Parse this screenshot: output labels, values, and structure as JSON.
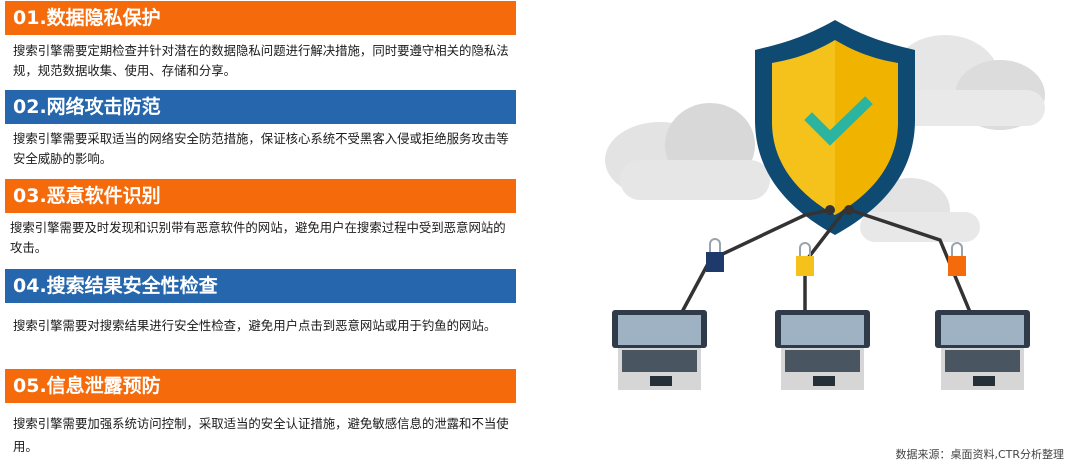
{
  "sections": [
    {
      "title": "01.数据隐私保护",
      "desc": "搜索引擎需要定期检查并针对潜在的数据隐私问题进行解决措施，同时要遵守相关的隐私法规，规范数据收集、使用、存储和分享。",
      "color": "#f56a0a"
    },
    {
      "title": "02.网络攻击防范",
      "desc": "搜索引擎需要采取适当的网络安全防范措施，保证核心系统不受黑客入侵或拒绝服务攻击等安全威胁的影响。",
      "color": "#2566ad"
    },
    {
      "title": "03.恶意软件识别",
      "desc": "搜索引擎需要及时发现和识别带有恶意软件的网站，避免用户在搜索过程中受到恶意网站的攻击。",
      "color": "#f56a0a"
    },
    {
      "title": "04.搜索结果安全性检查",
      "desc": "搜索引擎需要对搜索结果进行安全性检查，避免用户点击到恶意网站或用于钓鱼的网站。",
      "color": "#2566ad"
    },
    {
      "title": "05.信息泄露预防",
      "desc": "搜索引擎需要加强系统访问控制，采取适当的安全认证措施，避免敏感信息的泄露和不当使用。",
      "color": "#f56a0a"
    }
  ],
  "source": "数据来源：桌面资料,CTR分析整理",
  "illustration": {
    "shield_outer": "#0f4a73",
    "shield_inner": "#f5c21b",
    "check": "#2bb5a0",
    "locks": [
      "#1d3a6b",
      "#f5c21b",
      "#f56a0a"
    ]
  }
}
